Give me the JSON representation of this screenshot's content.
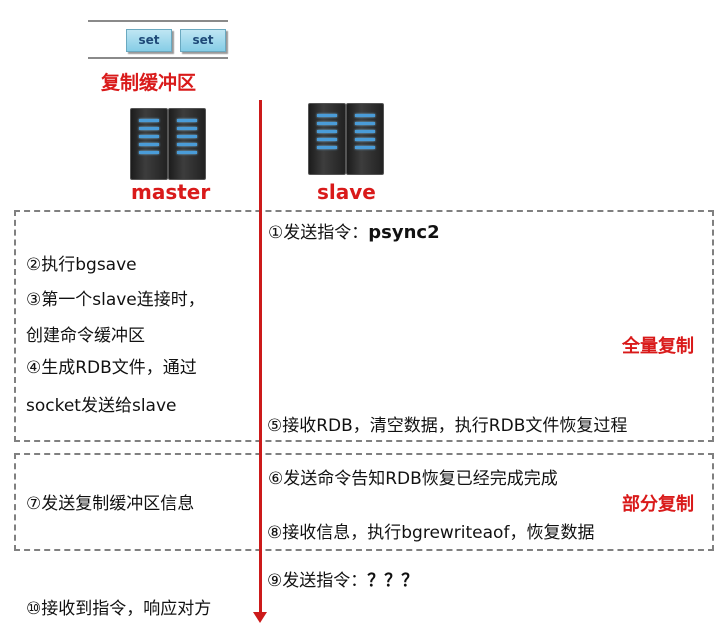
{
  "buffer": {
    "label": "复制缓冲区",
    "items": [
      "set",
      "set"
    ]
  },
  "master": {
    "label": "master"
  },
  "slave": {
    "label": "slave"
  },
  "full_sync": {
    "label": "全量复制",
    "step1_prefix": "①发送指令：",
    "step1_cmd": "psync2",
    "step2": "②执行bgsave",
    "step3_line1": "③第一个slave连接时，",
    "step3_line2": "创建命令缓冲区",
    "step4_line1": "④生成RDB文件，通过",
    "step4_line2": "socket发送给slave",
    "step5": "⑤接收RDB，清空数据，执行RDB文件恢复过程"
  },
  "partial_sync": {
    "label": "部分复制",
    "step6": "⑥发送命令告知RDB恢复已经完成完成",
    "step7": "⑦发送复制缓冲区信息",
    "step8": "⑧接收信息，执行bgrewriteaof，恢复数据"
  },
  "heartbeat": {
    "step9_prefix": "⑨发送指令：",
    "step9_cmd": "？？？",
    "step10": "⑩接收到指令，响应对方"
  },
  "colors": {
    "accent": "#d91a1a",
    "timeline": "#cc1a1a",
    "frame": "#808080"
  }
}
